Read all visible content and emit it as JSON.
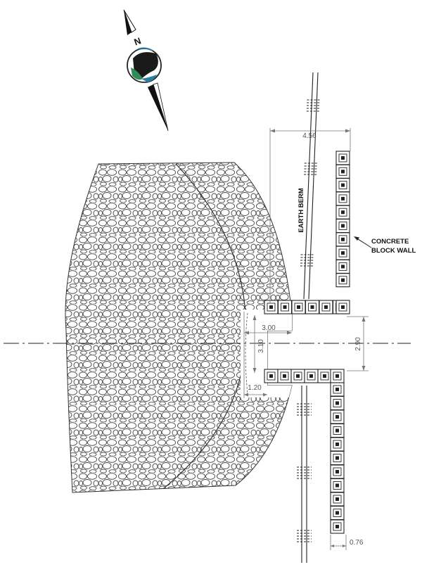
{
  "compass": {
    "north_label": "N"
  },
  "dimensions": {
    "berm_width": "4.56",
    "gap_upper": "3.00",
    "gap_middle": "3.10",
    "opening": "2.90",
    "gap_lower": "1.20",
    "block_size": "0.76"
  },
  "labels": {
    "earth_berm": "EARTH BERM",
    "concrete_line1": "CONCRETE",
    "concrete_line2": "BLOCK WALL"
  },
  "colors": {
    "line": "#222222",
    "dim": "#777777",
    "compass_green": "#2e8b57",
    "compass_teal": "#2b7fa0"
  }
}
